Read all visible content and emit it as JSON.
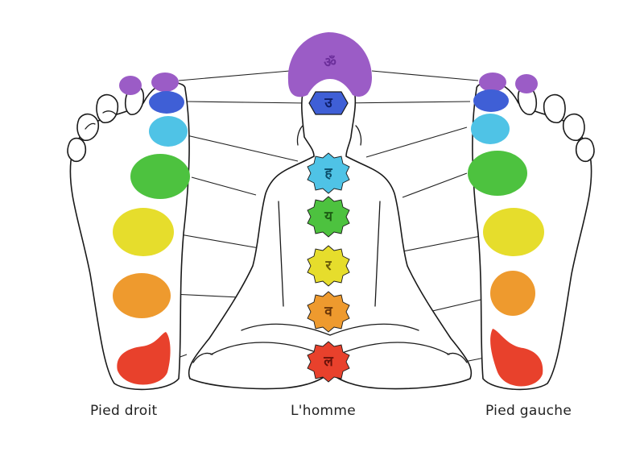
{
  "labels": {
    "right_foot": "Pied droit",
    "man": "L'homme",
    "left_foot": "Pied gauche"
  },
  "chakras": [
    {
      "name": "crown",
      "color": "#9b5cc6",
      "glyph": "ॐ"
    },
    {
      "name": "third-eye",
      "color": "#3f5fd6",
      "glyph": "उ"
    },
    {
      "name": "throat",
      "color": "#4fc3e6",
      "glyph": "ह"
    },
    {
      "name": "heart",
      "color": "#4dc23f",
      "glyph": "य"
    },
    {
      "name": "solar-plexus",
      "color": "#e6dd2c",
      "glyph": "र"
    },
    {
      "name": "sacral",
      "color": "#ee9a2e",
      "glyph": "व"
    },
    {
      "name": "root",
      "color": "#e8412c",
      "glyph": "ल"
    }
  ]
}
